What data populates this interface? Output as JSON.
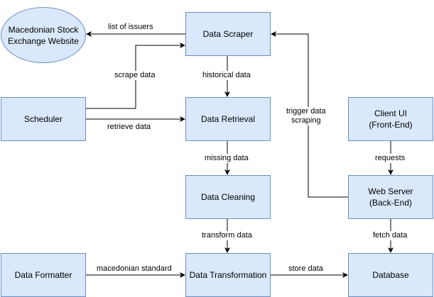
{
  "nodes": {
    "website": "Macedonian Stock\nExchange Website",
    "scraper": "Data Scraper",
    "retrieval": "Data Retrieval",
    "scheduler": "Scheduler",
    "cleaning": "Data Cleaning",
    "transformation": "Data Transformation",
    "formatter": "Data Formatter",
    "database": "Database",
    "client_ui": "Client UI\n(Front-End)",
    "web_server": "Web Server\n(Back-End)"
  },
  "edges": {
    "list_of_issuers": "list of issuers",
    "scrape_data": "scrape data",
    "historical_data": "historical data",
    "retrieve_data": "retrieve data",
    "missing_data": "missing data",
    "transform_data": "transform data",
    "macedonian_standard": "macedonian standard",
    "store_data": "store data",
    "requests": "requests",
    "fetch_data": "fetch data",
    "trigger_data_scraping": "trigger data\nscraping"
  }
}
